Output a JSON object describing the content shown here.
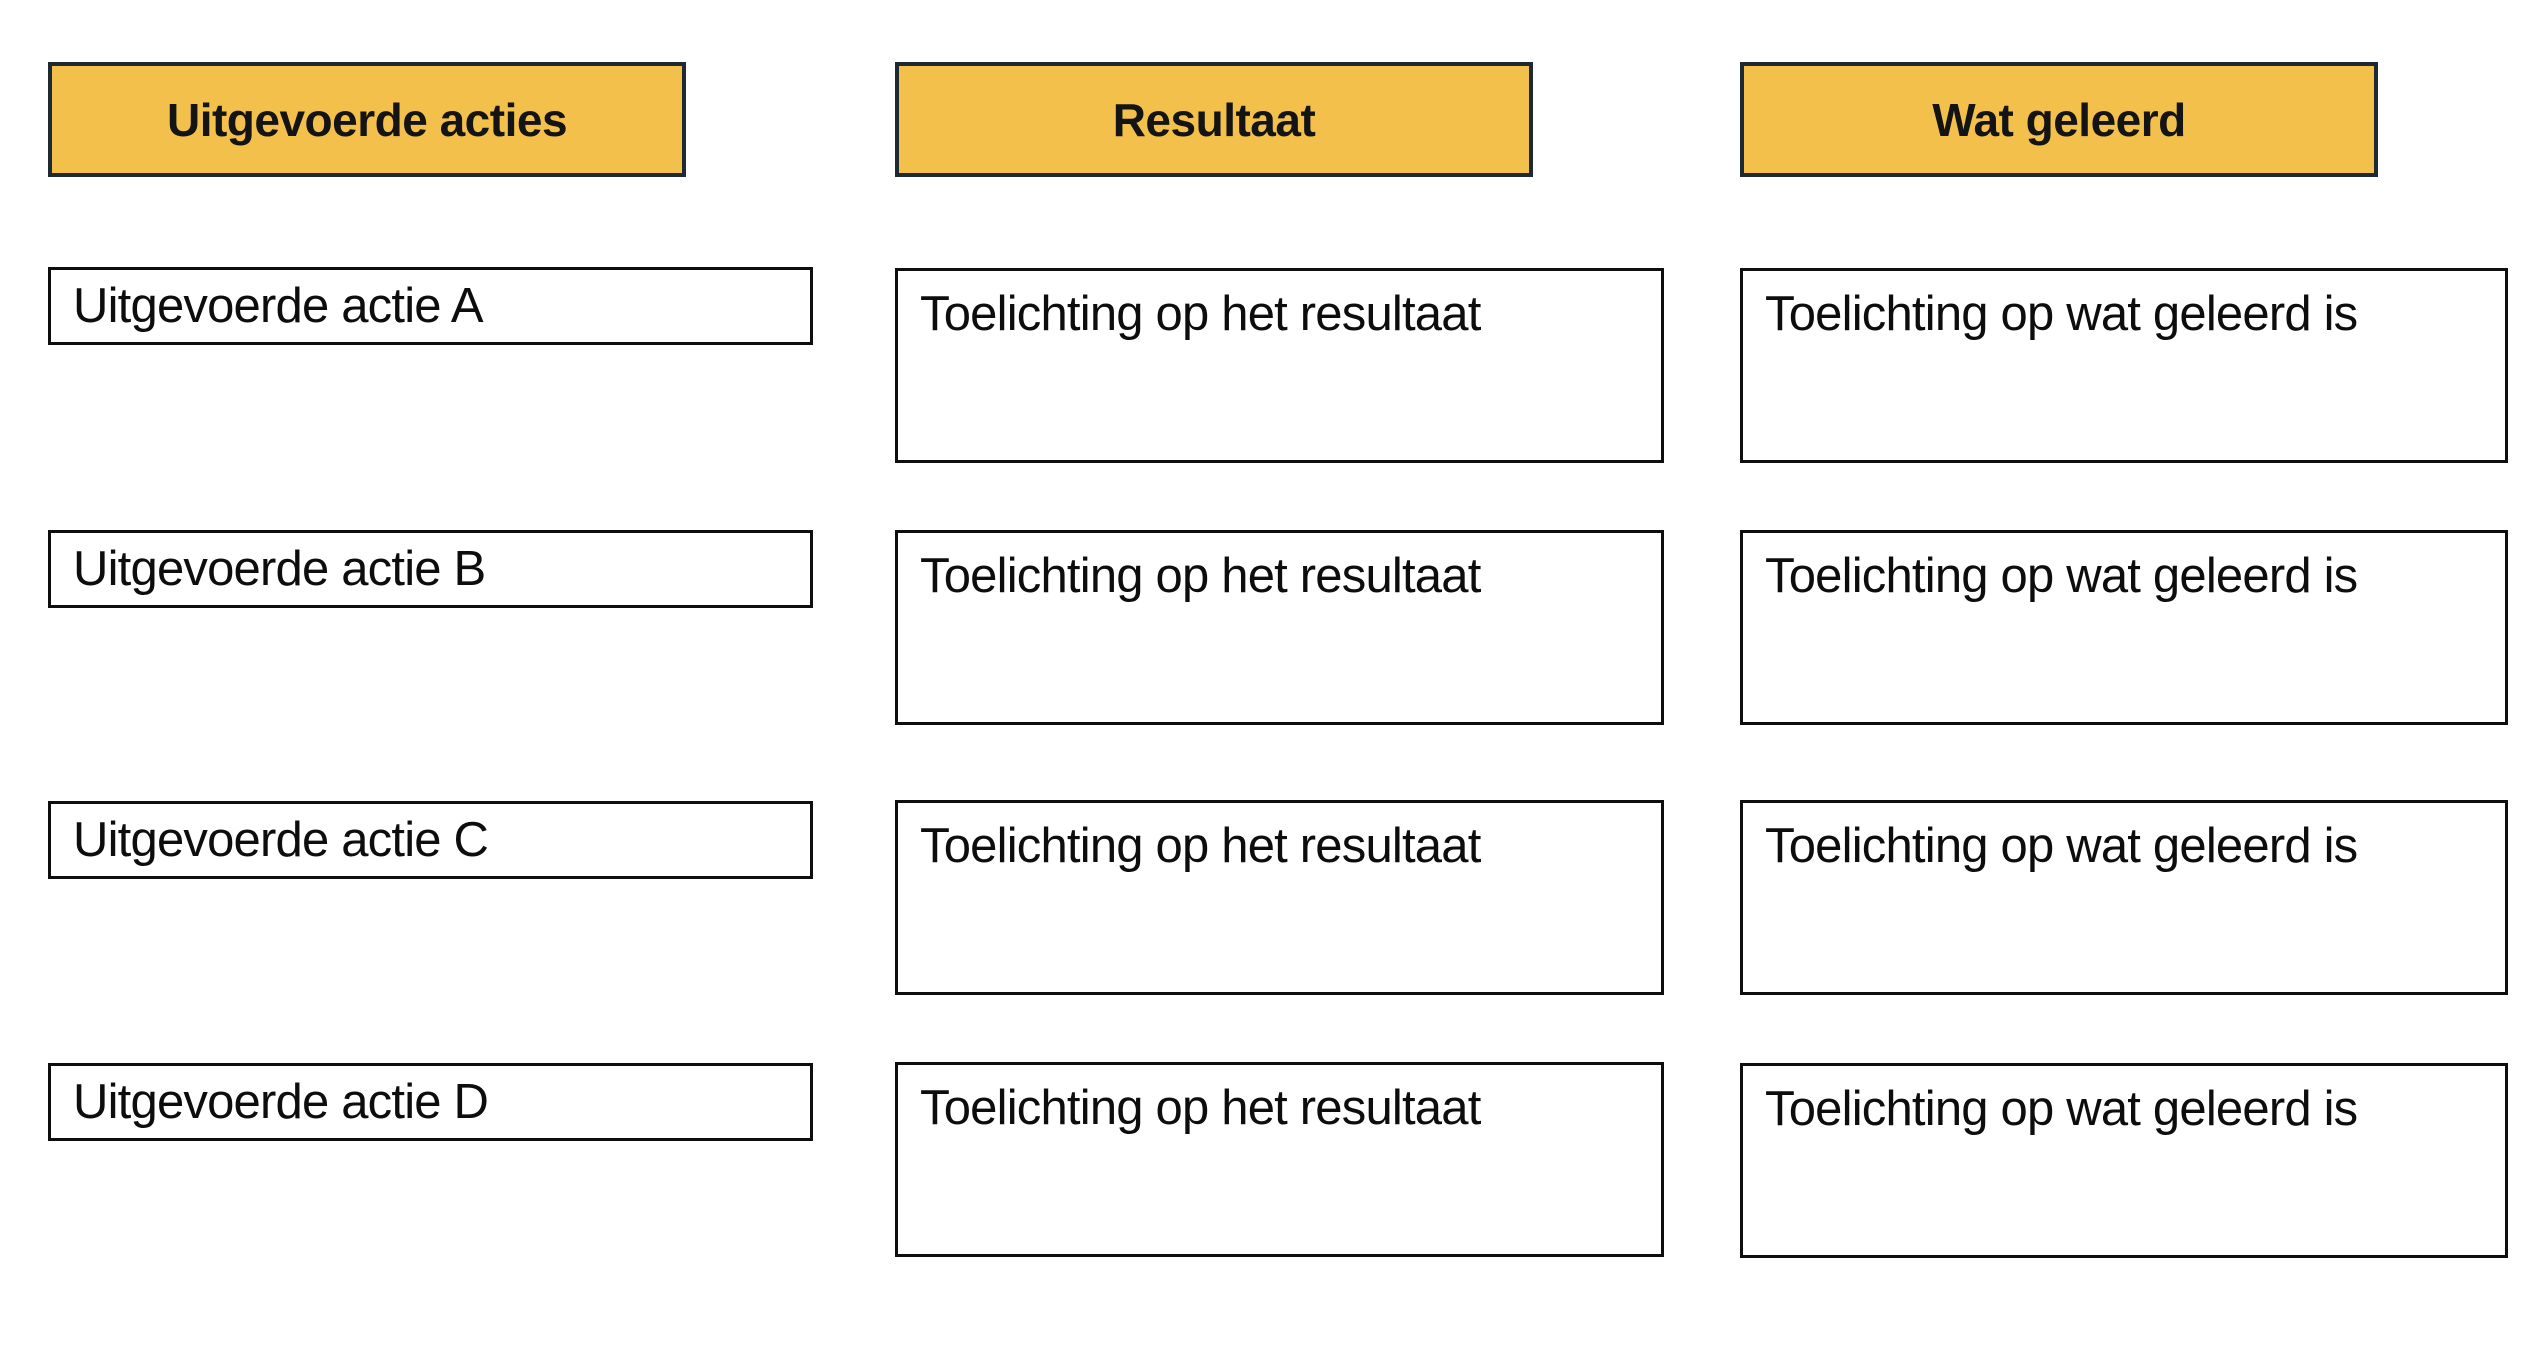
{
  "colors": {
    "background": "#FFFFFF",
    "header_fill": "#F3C14B",
    "header_border": "#1D2A33",
    "header_text": "#141414",
    "box_border": "#0E0E0E",
    "box_text": "#0D0D0D"
  },
  "columns": [
    {
      "header": "Uitgevoerde acties",
      "rows": [
        "Uitgevoerde actie A",
        "Uitgevoerde actie B",
        "Uitgevoerde actie C",
        "Uitgevoerde actie D"
      ]
    },
    {
      "header": "Resultaat",
      "rows": [
        "Toelichting op het resultaat",
        "Toelichting op het resultaat",
        "Toelichting op het resultaat",
        "Toelichting op het resultaat"
      ]
    },
    {
      "header": "Wat geleerd",
      "rows": [
        "Toelichting op wat geleerd is",
        "Toelichting op wat geleerd is",
        "Toelichting op wat geleerd is",
        "Toelichting op wat geleerd is"
      ]
    }
  ]
}
